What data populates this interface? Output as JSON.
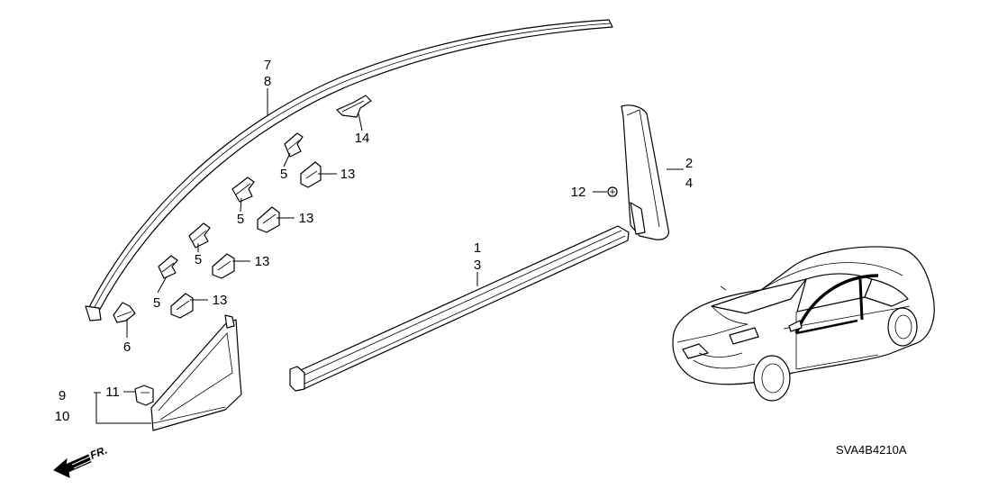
{
  "callouts": {
    "c1": "1",
    "c2": "2",
    "c3": "3",
    "c4": "4",
    "c5a": "5",
    "c5b": "5",
    "c5c": "5",
    "c5d": "5",
    "c6": "6",
    "c7": "7",
    "c8": "8",
    "c9": "9",
    "c10": "10",
    "c11": "11",
    "c12": "12",
    "c13a": "13",
    "c13b": "13",
    "c13c": "13",
    "c13d": "13",
    "c14": "14"
  },
  "diagram_code": "SVA4B4210A",
  "front_arrow_label": "FR."
}
